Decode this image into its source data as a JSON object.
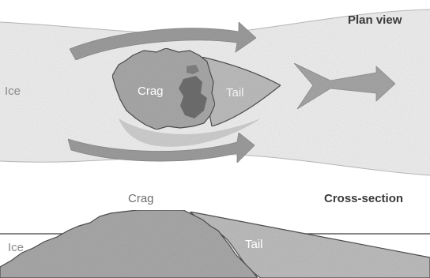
{
  "plan_view": {
    "title": "Plan view",
    "ice_label": "Ice",
    "crag_label": "Crag",
    "tail_label": "Tail"
  },
  "cross_section": {
    "title": "Cross-section",
    "crag_label": "Crag",
    "ice_label": "Ice",
    "tail_label": "Tail"
  },
  "colors": {
    "ice_fill": "#ececec",
    "crag_fill": "#a8a8a8",
    "tail_fill": "#bdbdbd",
    "dark_rock": "#6f6f6f",
    "arrow_fill": "#9d9d9d",
    "outline": "#4d4d4d"
  }
}
